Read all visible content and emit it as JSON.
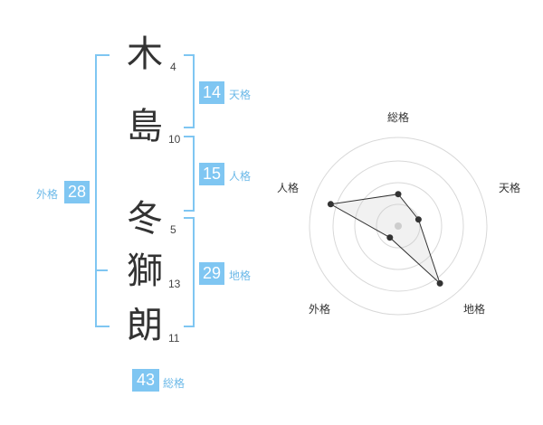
{
  "name": {
    "chars": [
      {
        "char": "木",
        "strokes": "4"
      },
      {
        "char": "島",
        "strokes": "10"
      },
      {
        "char": "冬",
        "strokes": "5"
      },
      {
        "char": "獅",
        "strokes": "13"
      },
      {
        "char": "朗",
        "strokes": "11"
      }
    ]
  },
  "kaku": {
    "tenkaku": {
      "value": "14",
      "label": "天格"
    },
    "jinkaku": {
      "value": "15",
      "label": "人格"
    },
    "chikaku": {
      "value": "29",
      "label": "地格"
    },
    "gaikaku": {
      "value": "28",
      "label": "外格"
    },
    "soukaku": {
      "value": "43",
      "label": "総格"
    }
  },
  "radar": {
    "axes": [
      "総格",
      "天格",
      "地格",
      "外格",
      "人格"
    ],
    "scores": [
      0.36,
      0.24,
      0.8,
      0.16,
      0.8
    ],
    "max": 1
  },
  "colors": {
    "accent": "#7fc6f2",
    "text": "#333333"
  }
}
